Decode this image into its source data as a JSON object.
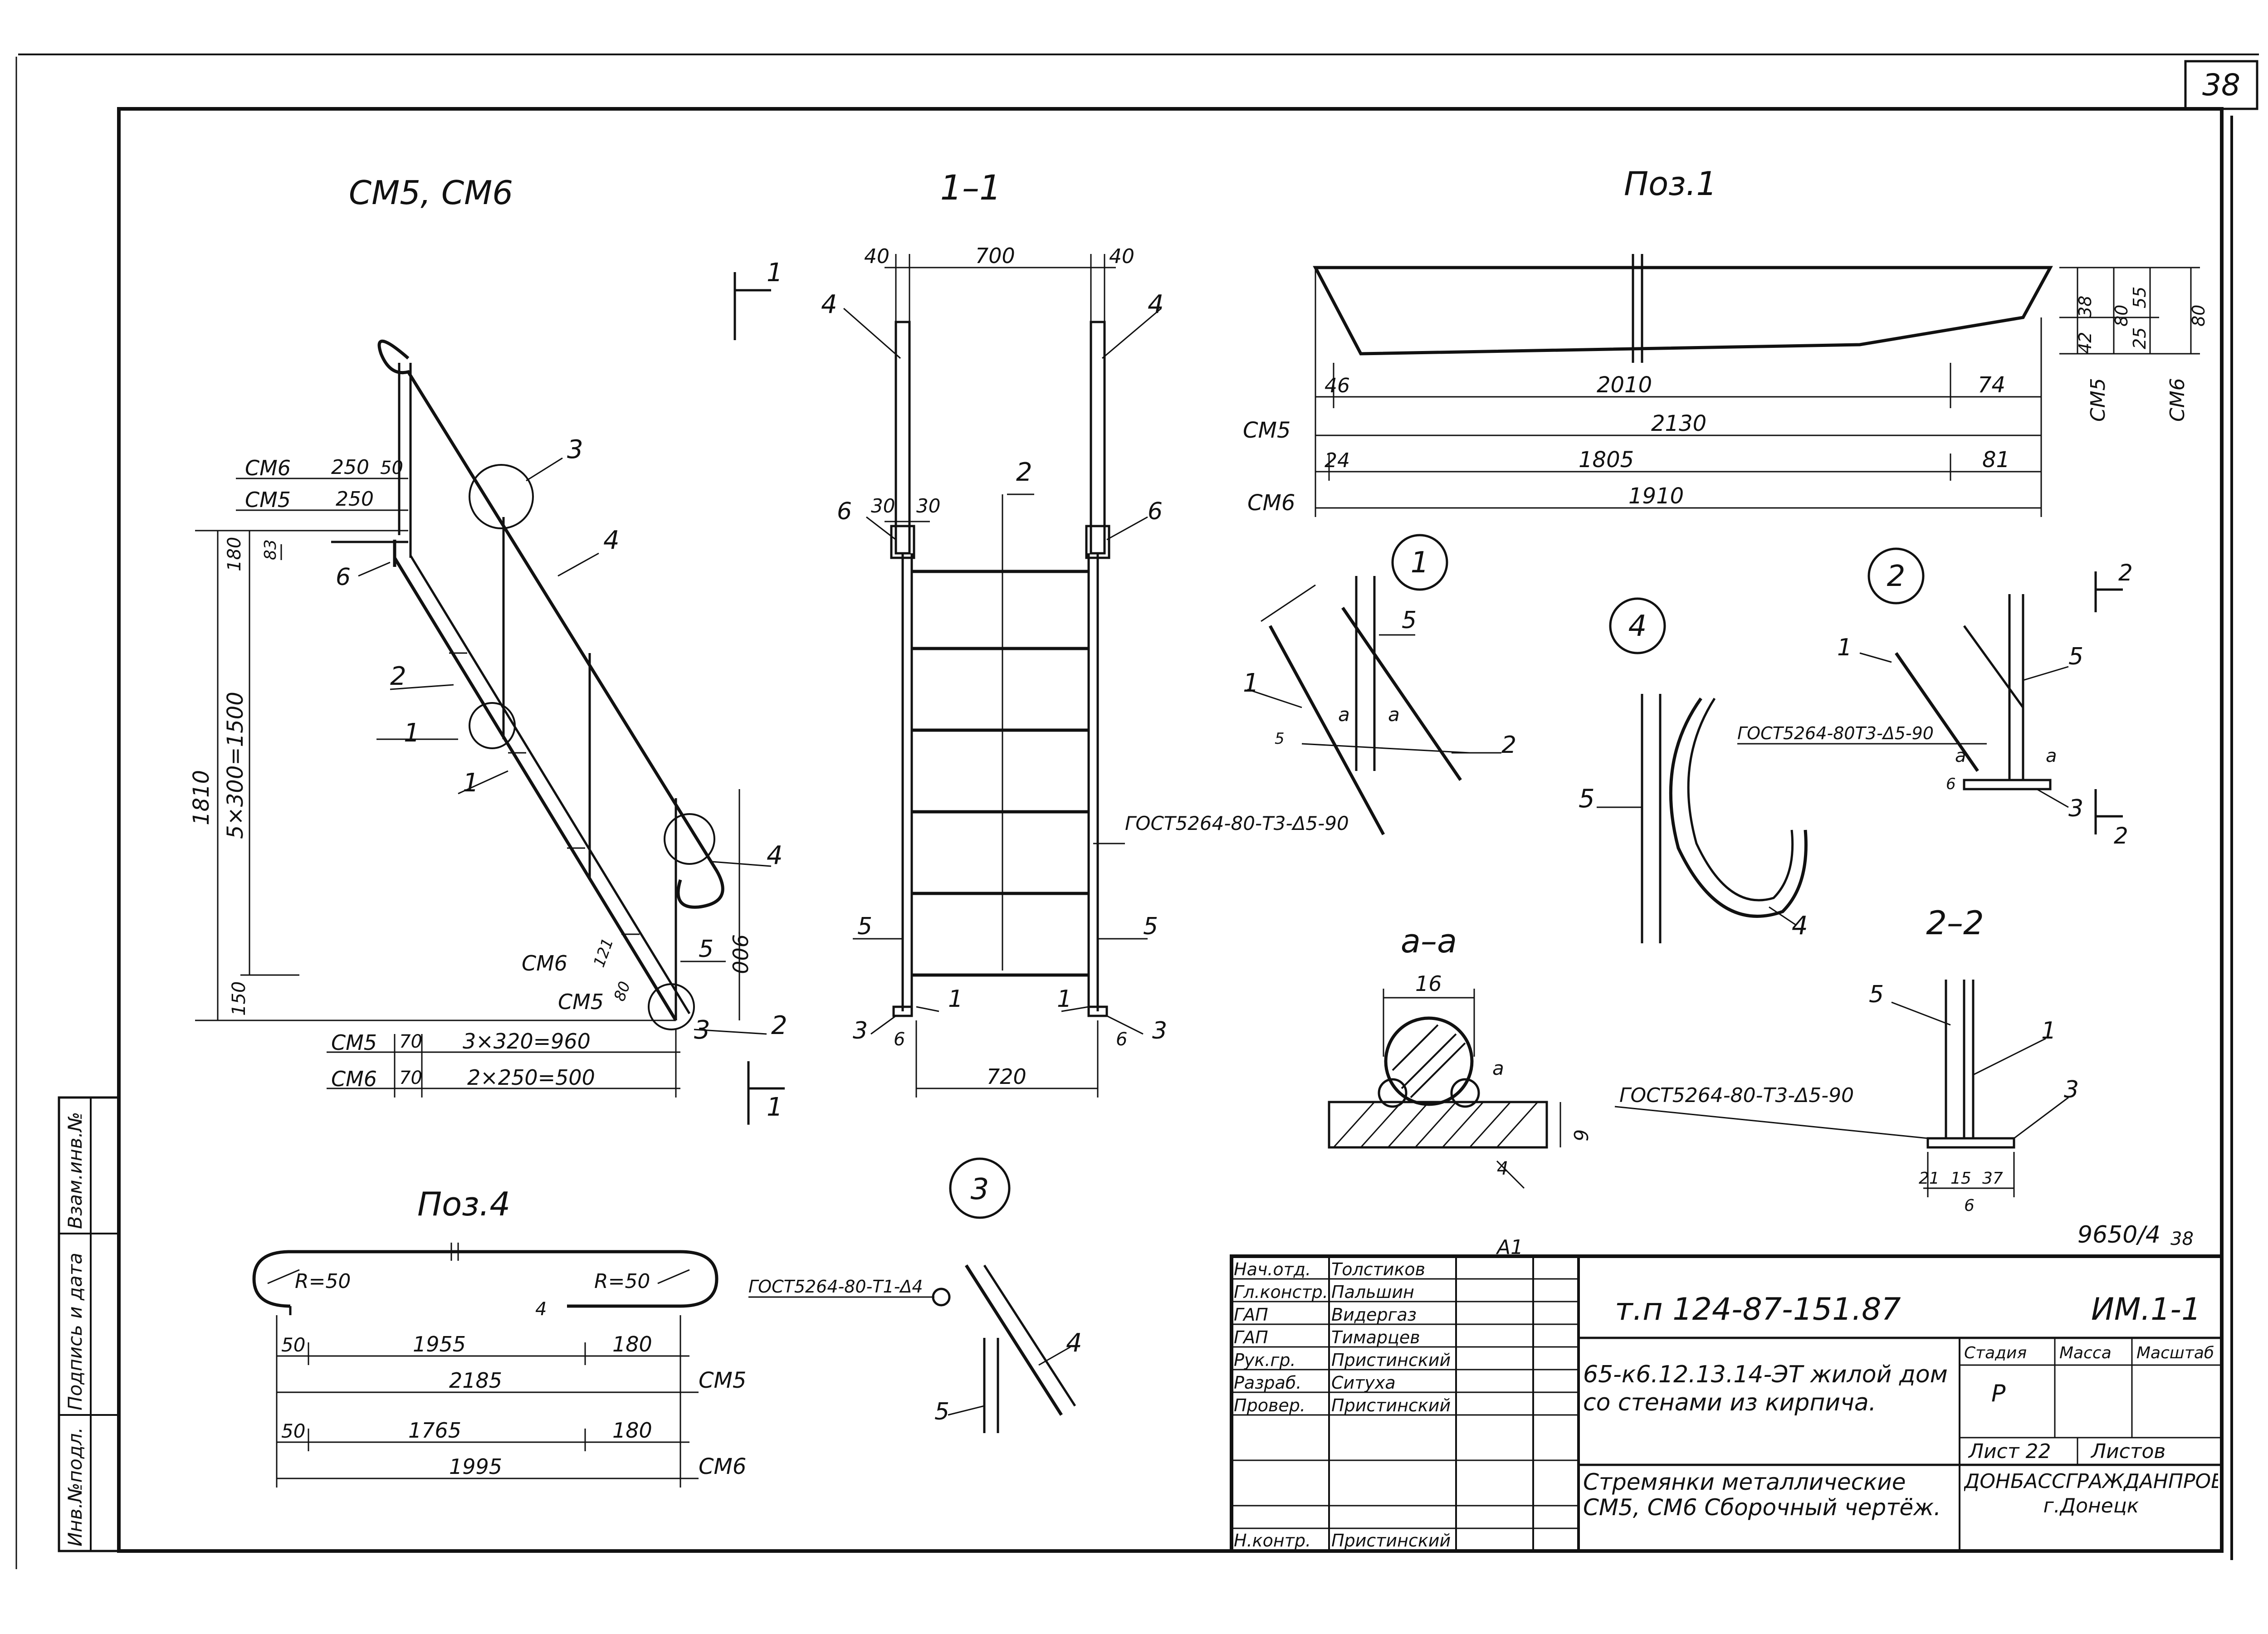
{
  "sheet": {
    "number": "38",
    "archive_no": "9650/4",
    "archive_sheet": "38"
  },
  "views": {
    "side_title": "СМ5, СМ6",
    "section_1_title": "1–1",
    "pos1_title": "Поз.1",
    "pos4_title": "Поз.4",
    "section_aa_title": "а–а",
    "section_22_title": "2–2",
    "cut_1": "1",
    "cut_2": "2",
    "callout_1": "1",
    "callout_2": "2",
    "callout_3": "3",
    "callout_4": "4"
  },
  "side_view": {
    "dims": {
      "cm6_top": "СМ6",
      "cm6_top_val": "250",
      "cm6_top_val2": "50",
      "cm5_top": "СМ5",
      "cm5_top_val": "250",
      "d180": "180",
      "d83": "83",
      "d1810": "1810",
      "d5x300": "5×300=1500",
      "d150": "150",
      "d900": "900",
      "cm6_bot": "СМ6",
      "cm5_bot": "СМ5",
      "d121": "121",
      "d80": "80",
      "cm5_row": "СМ5",
      "cm5_row_70": "70",
      "cm5_row_val": "3×320=960",
      "cm6_row": "СМ6",
      "cm6_row_70": "70",
      "cm6_row_val": "2×250=500"
    },
    "labels": {
      "p1a": "1",
      "p1b": "1",
      "p2a": "2",
      "p2b": "2",
      "p3a": "3",
      "p3b": "3",
      "p4a": "4",
      "p4b": "4",
      "p5": "5",
      "p6": "6"
    }
  },
  "section_1": {
    "dims": {
      "w40l": "40",
      "w700": "700",
      "w40r": "40",
      "w30l": "30",
      "w30r": "30",
      "w720": "720",
      "w6l": "6",
      "w6r": "6"
    },
    "gost": "ГОСТ5264-80-Т3-Δ5-90",
    "labels": {
      "p4l": "4",
      "p4r": "4",
      "p2": "2",
      "p6l": "6",
      "p6r": "6",
      "p5l": "5",
      "p5r": "5",
      "p3l": "3",
      "p3r": "3",
      "p1l": "1",
      "p1r": "1"
    }
  },
  "pos1": {
    "dims": {
      "d46": "46",
      "d2010": "2010",
      "d74": "74",
      "cm5": "СМ5",
      "d2130": "2130",
      "d24": "24",
      "d1805": "1805",
      "d81": "81",
      "cm6": "СМ6",
      "d1910": "1910",
      "v42": "42",
      "v38": "38",
      "v80a": "80",
      "v25": "25",
      "v55": "55",
      "v80b": "80",
      "vcm5": "СМ5",
      "vcm6": "СМ6"
    }
  },
  "detail_1": {
    "labels": {
      "p1": "1",
      "p2": "2",
      "p5": "5",
      "a1": "a",
      "a2": "a",
      "d5": "5"
    }
  },
  "detail_4": {
    "labels": {
      "p5": "5",
      "p4": "4"
    }
  },
  "detail_2": {
    "gost": "ГОСТ5264-80Т3-Δ5-90",
    "labels": {
      "p1": "1",
      "p5": "5",
      "p3": "3",
      "a1": "a",
      "a2": "a",
      "d6": "6"
    }
  },
  "section_aa": {
    "dims": {
      "d16": "16",
      "da": "a",
      "d6": "6",
      "d4": "4"
    }
  },
  "section_22": {
    "gost": "ГОСТ5264-80-Т3-Δ5-90",
    "labels": {
      "p5": "5",
      "p1": "1",
      "p3": "3"
    },
    "dims": {
      "d21": "21",
      "d15": "15",
      "d37": "37",
      "d6": "6"
    }
  },
  "detail_3": {
    "gost": "ГОСТ5264-80-Т1-Δ4",
    "labels": {
      "p4": "4",
      "p5": "5"
    }
  },
  "pos4": {
    "r_left": "R=50",
    "r_right": "R=50",
    "d4": "4",
    "row1": {
      "a": "50",
      "b": "1955",
      "c": "180"
    },
    "row2": {
      "total": "2185",
      "mark": "СМ5"
    },
    "row3": {
      "a": "50",
      "b": "1765",
      "c": "180"
    },
    "row4": {
      "total": "1995",
      "mark": "СМ6"
    }
  },
  "side_stamp": {
    "inv_podl": "Инв.№подл.",
    "podpis": "Подпись и дата",
    "vzam": "Взам.инв.№"
  },
  "title_block": {
    "roles": [
      {
        "role": "Нач.отд.",
        "name": "Толстиков"
      },
      {
        "role": "Гл.констр.",
        "name": "Пальшин"
      },
      {
        "role": "ГАП",
        "name": "Видергаз"
      },
      {
        "role": "ГАП",
        "name": "Тимарцев"
      },
      {
        "role": "Рук.гр.",
        "name": "Пристинский"
      },
      {
        "role": "Разраб.",
        "name": "Ситуха"
      },
      {
        "role": "Провер.",
        "name": "Пристинский"
      },
      {
        "role": "",
        "name": ""
      },
      {
        "role": "",
        "name": ""
      },
      {
        "role": "Н.контр.",
        "name": "Пристинский"
      }
    ],
    "top_mark": "А1",
    "code": "т.п 124-87-151.87",
    "mark": "ИМ.1-1",
    "project": "65-к6.12.13.14-ЭТ жилой дом со стенами из кирпича.",
    "stage_h": "Стадия",
    "mass_h": "Масса",
    "scale_h": "Масштаб",
    "stage": "Р",
    "sheet_h": "Лист 22",
    "sheets_h": "Листов",
    "drawing_title": "Стремянки металлические СМ5, СМ6 Сборочный чертёж.",
    "org": "ДОНБАССГРАЖДАНПРОЕКТ г.Донецк"
  }
}
